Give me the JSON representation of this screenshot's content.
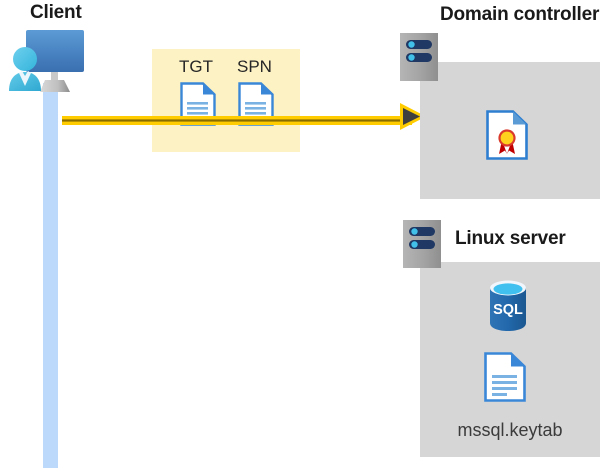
{
  "diagram": {
    "type": "kerberos-authentication-flow",
    "background": "#ffffff",
    "colors": {
      "lifeline": "#bcd9fb",
      "highlight_box": "#fdf2c4",
      "arrow": "#ffcc00",
      "panel": "#d6d6d6",
      "doc_blue": "#3a87d8",
      "sql_blue": "#1f6bb0",
      "server_gray": "#a6a6a6",
      "server_bar": "#1f3864",
      "title_text": "#1a1a1a"
    }
  },
  "client": {
    "title": "Client",
    "icon": "user-monitor-icon",
    "lifeline_name": "client-lifeline"
  },
  "message": {
    "box_name": "token-highlight-box",
    "tokens": [
      {
        "label": "TGT",
        "icon": "document-icon"
      },
      {
        "label": "SPN",
        "icon": "document-icon"
      }
    ],
    "arrow": {
      "name": "request-arrow",
      "direction": "right",
      "from": "client",
      "to": "domain-controller"
    }
  },
  "domain_controller": {
    "title": "Domain controller",
    "server_icon": "server-rack-icon",
    "contents": [
      {
        "icon": "certificate-document-icon",
        "label": ""
      }
    ]
  },
  "linux_server": {
    "title": "Linux server",
    "server_icon": "server-rack-icon",
    "contents": [
      {
        "icon": "sql-database-icon",
        "label": "SQL"
      },
      {
        "icon": "document-icon",
        "label": "mssql.keytab"
      }
    ],
    "keytab_label": "mssql.keytab",
    "sql_label": "SQL"
  }
}
